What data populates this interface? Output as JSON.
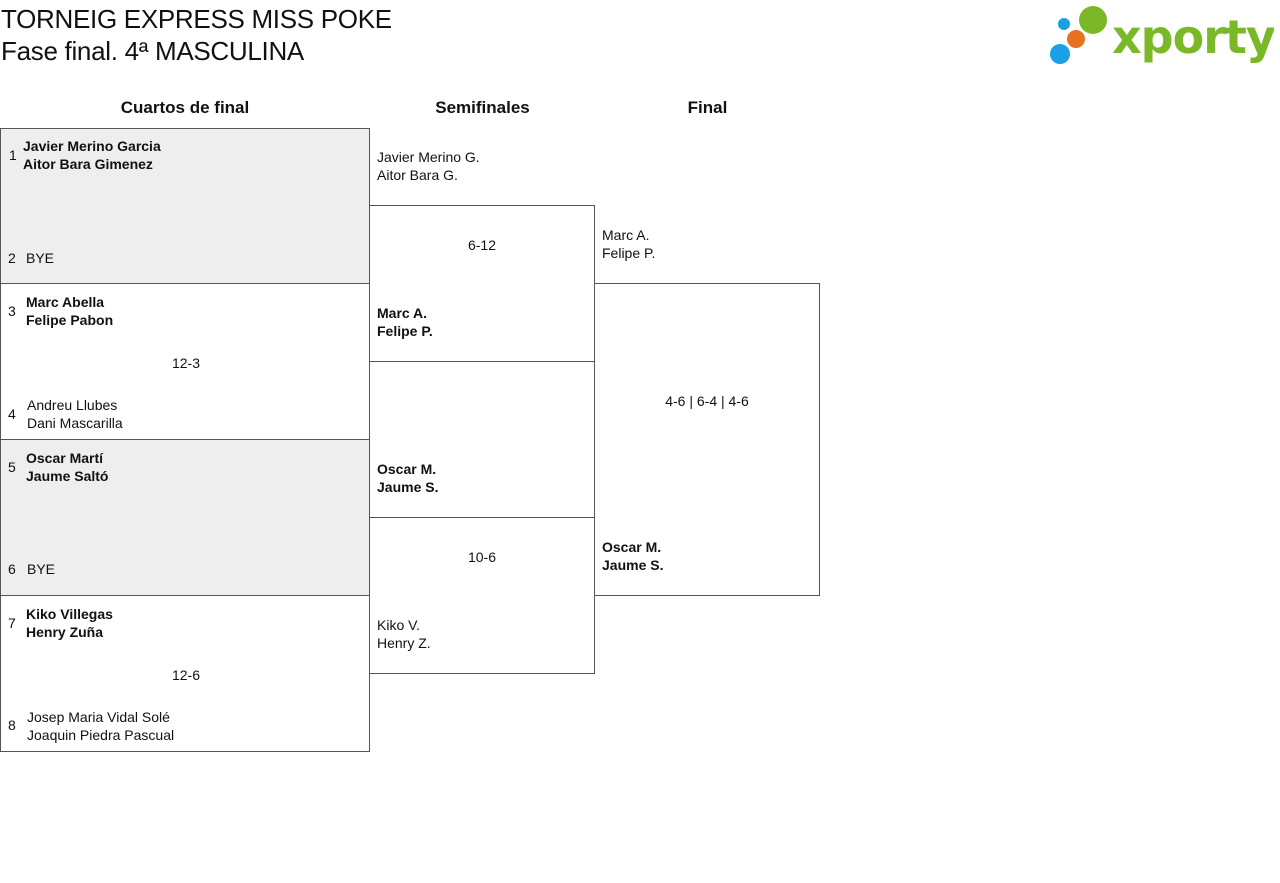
{
  "header": {
    "title": "TORNEIG EXPRESS MISS POKE",
    "subtitle": "Fase final. 4ª MASCULINA",
    "logo_text": "xporty",
    "brand_colors": {
      "green": "#7ab828",
      "orange": "#e8711f",
      "blue": "#1aa0e6"
    }
  },
  "rounds": {
    "quarterfinals": "Cuartos de final",
    "semifinals": "Semifinales",
    "final": "Final"
  },
  "quarterfinals": [
    {
      "seed_top": "1",
      "top": [
        "Javier Merino Garcia",
        "Aitor Bara Gimenez"
      ],
      "seed_bottom": "2",
      "bottom": [
        "BYE"
      ],
      "score": "",
      "winner": "top",
      "shaded": true
    },
    {
      "seed_top": "3",
      "top": [
        "Marc Abella",
        "Felipe Pabon"
      ],
      "seed_bottom": "4",
      "bottom": [
        "Andreu Llubes",
        "Dani Mascarilla"
      ],
      "score": "12-3",
      "winner": "top",
      "shaded": false
    },
    {
      "seed_top": "5",
      "top": [
        "Oscar Martí",
        "Jaume Saltó"
      ],
      "seed_bottom": "6",
      "bottom": [
        "BYE"
      ],
      "score": "",
      "winner": "top",
      "shaded": true
    },
    {
      "seed_top": "7",
      "top": [
        "Kiko Villegas",
        "Henry Zuña"
      ],
      "seed_bottom": "8",
      "bottom": [
        "Josep Maria Vidal Solé",
        "Joaquin Piedra Pascual"
      ],
      "score": "12-6",
      "winner": "top",
      "shaded": false
    }
  ],
  "semifinals": [
    {
      "top": [
        "Javier Merino G.",
        "Aitor Bara G."
      ],
      "bottom": [
        "Marc A.",
        "Felipe P."
      ],
      "score": "6-12",
      "winner": "bottom"
    },
    {
      "top": [
        "Oscar M.",
        "Jaume S."
      ],
      "bottom": [
        "Kiko V.",
        "Henry Z."
      ],
      "score": "10-6",
      "winner": "top"
    }
  ],
  "final": {
    "top": [
      "Marc A.",
      "Felipe P."
    ],
    "bottom": [
      "Oscar M.",
      "Jaume S."
    ],
    "score": "4-6 | 6-4 | 4-6",
    "winner": "bottom"
  }
}
